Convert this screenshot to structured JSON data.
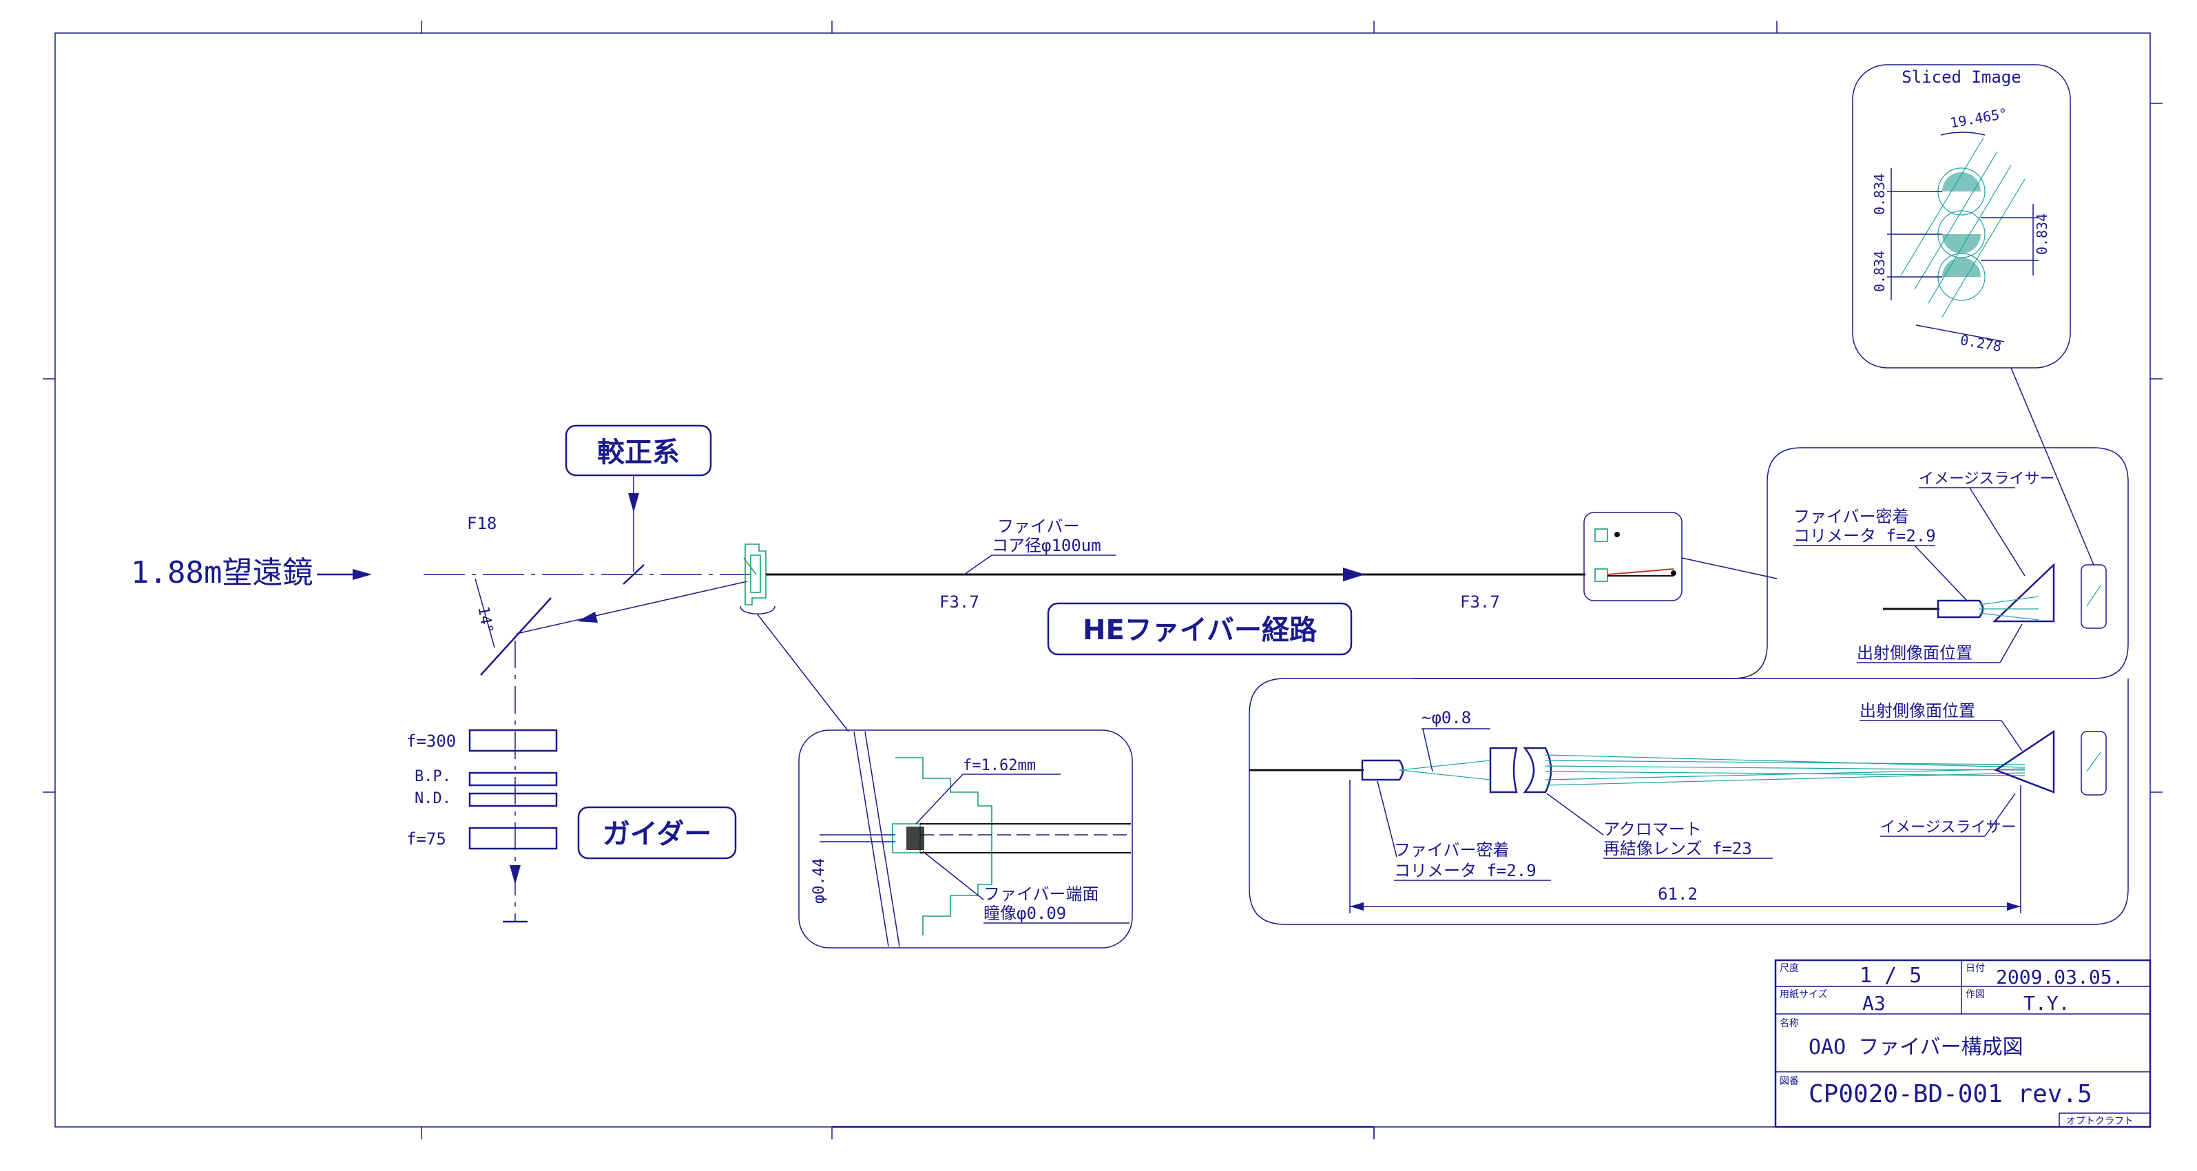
{
  "labels": {
    "telescope": "1.88m望遠鏡",
    "f18": "F18",
    "angle14": "14°",
    "calibration": "較正系",
    "guider": "ガイダー",
    "f300": "f=300",
    "bp": "B.P.",
    "nd": "N.D.",
    "f75": "f=75",
    "fiber_line1": "ファイバー",
    "fiber_line2": "コア径φ100um",
    "f37_left": "F3.7",
    "f37_right": "F3.7",
    "he_path": "HEファイバー経路",
    "f162": "f=1.62mm",
    "phi044": "φ0.44",
    "fiber_end1": "ファイバー端面",
    "fiber_end2": "瞳像φ0.09",
    "sliced_image": "Sliced Image",
    "angle19": "19.465°",
    "dim_834_a": "0.834",
    "dim_834_b": "0.834",
    "dim_834_c": "0.834",
    "dim_0278": "0.278",
    "image_slicer_top": "イメージスライサー",
    "collimator_top1": "ファイバー密着",
    "collimator_top2": "コリメータ f=2.9",
    "exit_image_top": "出射側像面位置",
    "exit_image_bottom": "出射側像面位置",
    "phi08": "~φ0.8",
    "achromat1": "アクロマート",
    "achromat2": "再結像レンズ f=23",
    "collimator_bottom1": "ファイバー密着",
    "collimator_bottom2": "コリメータ f=2.9",
    "image_slicer_bottom": "イメージスライサー",
    "dim_612": "61.2"
  },
  "title_block": {
    "scale_label": "尺度",
    "scale": "1 / 5",
    "date_label": "日付",
    "date": "2009.03.05.",
    "paper_label": "用紙サイズ",
    "paper": "A3",
    "author_label": "作図",
    "author": "T.Y.",
    "name_label": "名称",
    "name": "OAO ファイバー構成図",
    "number_label": "図番",
    "number": "CP0020-BD-001 rev.5",
    "company": "オプトクラフト"
  }
}
